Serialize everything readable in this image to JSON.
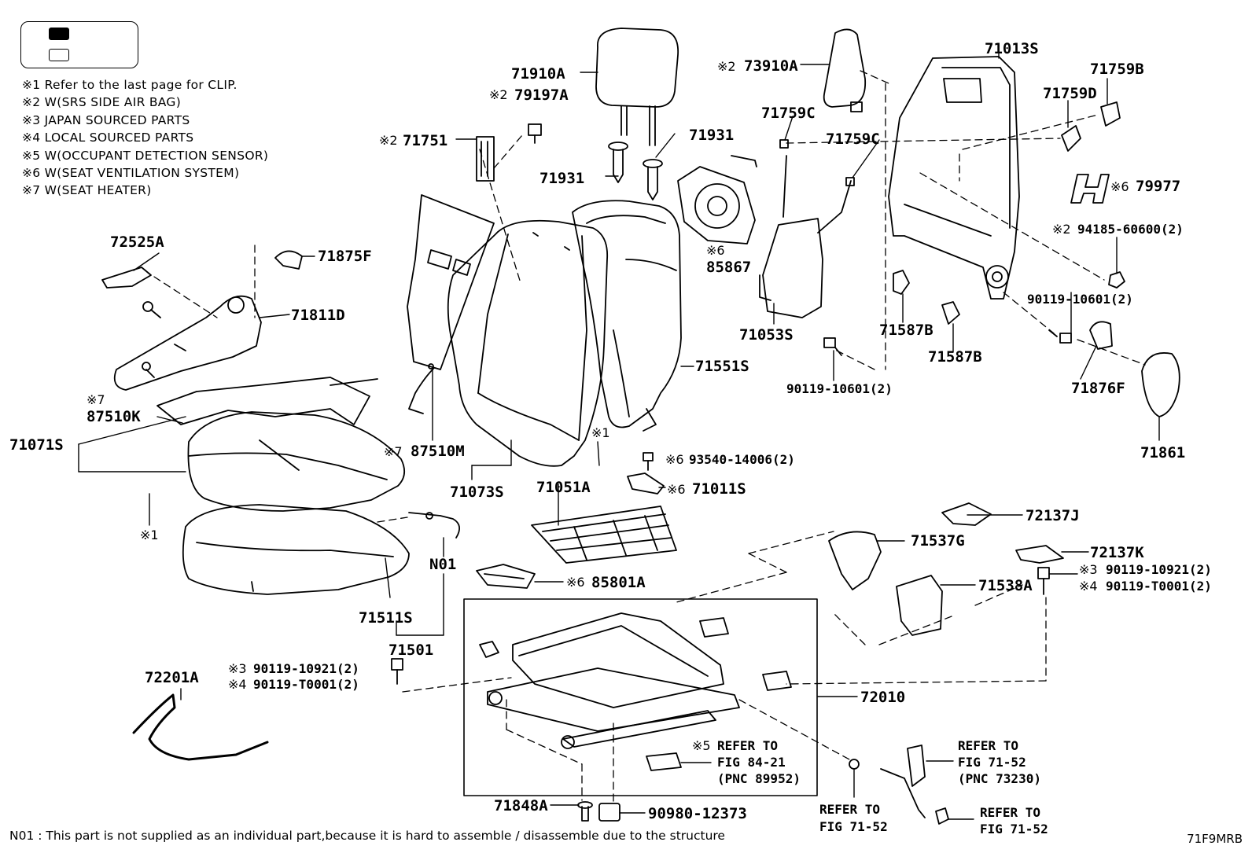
{
  "legend": {
    "notes": [
      "※1  Refer to the last page for CLIP.",
      "※2  W(SRS SIDE AIR BAG)",
      "※3  JAPAN SOURCED PARTS",
      "※4  LOCAL SOURCED PARTS",
      "※5  W(OCCUPANT DETECTION SENSOR)",
      "※6  W(SEAT VENTILATION SYSTEM)",
      "※7  W(SEAT HEATER)"
    ]
  },
  "labels": {
    "l71910A": "71910A",
    "l79197A_mark": "※2",
    "l79197A": "79197A",
    "l71751_mark": "※2",
    "l71751": "71751",
    "l71931a": "71931",
    "l71931b": "71931",
    "l73910A_mark": "※2",
    "l73910A": "73910A",
    "l71013S": "71013S",
    "l71759B": "71759B",
    "l71759D": "71759D",
    "l71759C_a": "71759C",
    "l71759C_b": "71759C",
    "l79977_mark": "※6",
    "l79977": "79977",
    "l94185_mark": "※2",
    "l94185": "94185-60600(2)",
    "l85867_mark": "※6",
    "l85867": "85867",
    "l90119_10601_r": "90119-10601(2)",
    "l72525A": "72525A",
    "l71875F": "71875F",
    "l71811D": "71811D",
    "l71053S": "71053S",
    "l71587B_a": "71587B",
    "l71587B_b": "71587B",
    "l71551S": "71551S",
    "l90119_10601_c": "90119-10601(2)",
    "l71876F": "71876F",
    "l71861": "71861",
    "l87510K_mark": "※7",
    "l87510K": "87510K",
    "l71071S": "71071S",
    "l87510M_mark": "※7",
    "l87510M": "87510M",
    "l73S": "71073S",
    "l1_mark_seat": "※1",
    "l1_mark_cush": "※1",
    "l93540_mark": "※6",
    "l93540": "93540-14006(2)",
    "l71011S_mark": "※6",
    "l71011S": "71011S",
    "l71051A": "71051A",
    "l72137J": "72137J",
    "l72137K": "72137K",
    "l71537G": "71537G",
    "l71538A": "71538A",
    "l90119_10921_r_mark": "※3",
    "l90119_10921_r": "90119-10921(2)",
    "l90119_T0001_r_mark": "※4",
    "l90119_T0001_r": "90119-T0001(2)",
    "lN01": "N01",
    "l71511S": "71511S",
    "l71501": "71501",
    "l85801A_mark": "※6",
    "l85801A": "85801A",
    "l72201A": "72201A",
    "l90119_10921_l_mark": "※3",
    "l90119_10921_l": "90119-10921(2)",
    "l90119_T0001_l_mark": "※4",
    "l90119_T0001_l": "90119-T0001(2)",
    "l72010": "72010",
    "lRefer5_mark": "※5",
    "lRefer5_1": "REFER TO",
    "lRefer5_2": "FIG 84-21",
    "lRefer5_3": "(PNC 89952)",
    "l71848A": "71848A",
    "l90980": "90980-12373",
    "lReferA_1": "REFER TO",
    "lReferA_2": "FIG 71-52",
    "lReferB_1": "REFER TO",
    "lReferB_2": "FIG 71-52",
    "lReferB_3": "(PNC 73230)",
    "lReferC_1": "REFER TO",
    "lReferC_2": "FIG 71-52"
  },
  "footnote": "N01 : This part is not supplied as an individual part,because it is hard to assemble / disassemble due to the structure",
  "figure_code": "71F9MRB"
}
